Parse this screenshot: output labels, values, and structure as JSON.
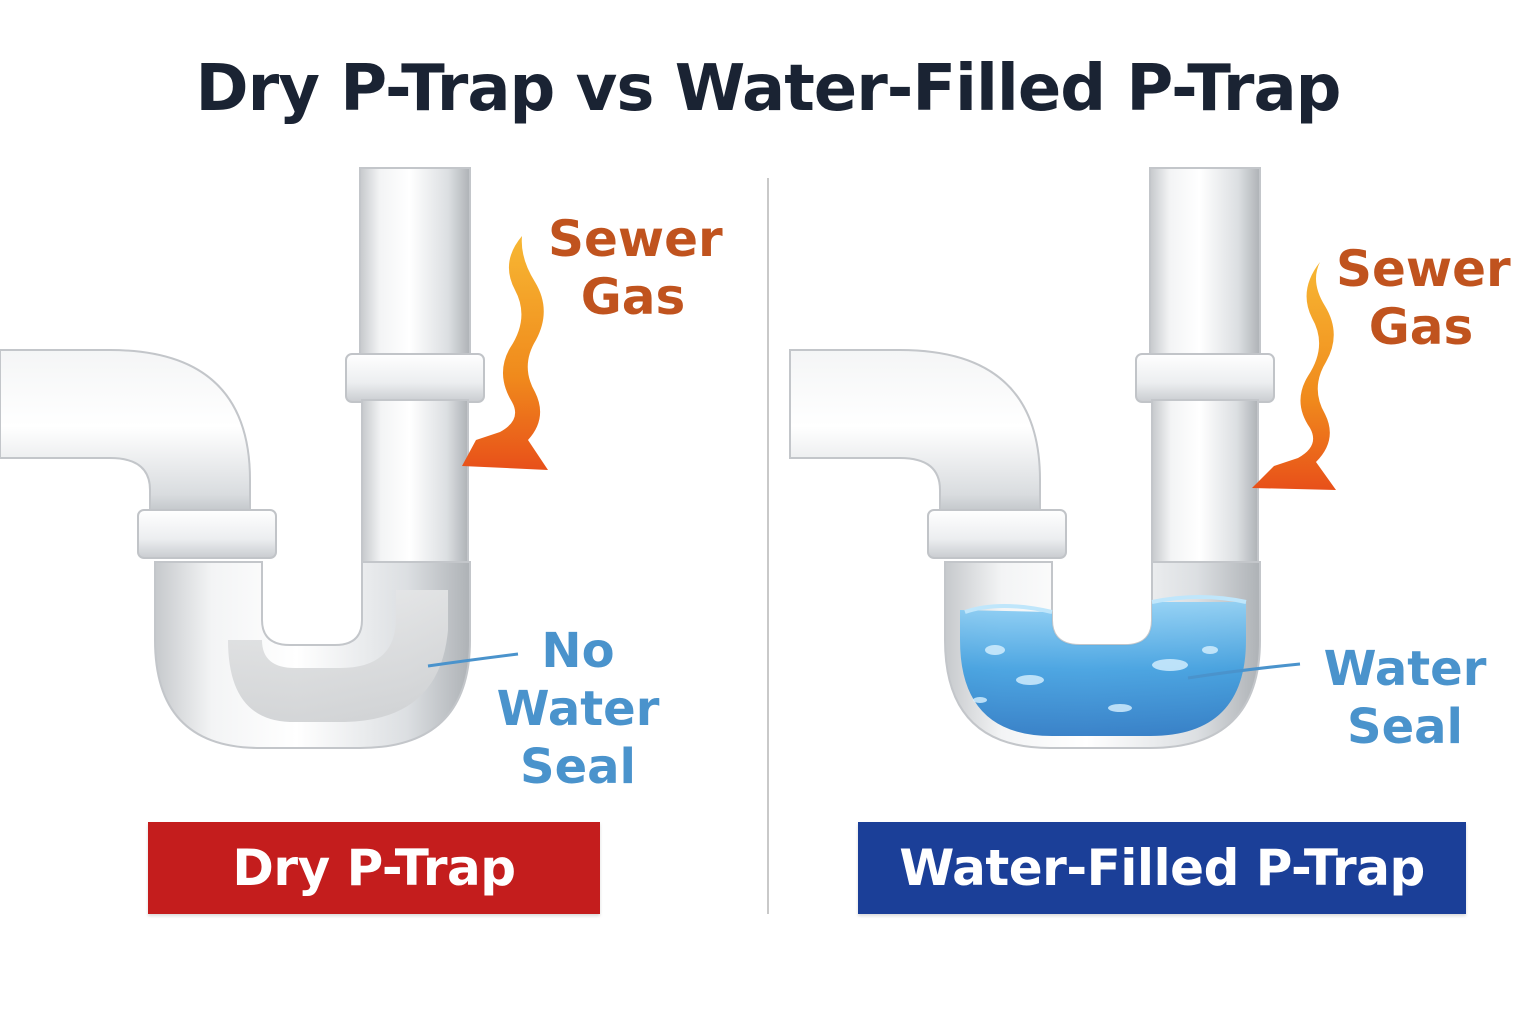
{
  "title": "Dry P-Trap vs Water-Filled P-Trap",
  "colors": {
    "title": "#1a2333",
    "gas_text": "#c0531e",
    "seal_text": "#4a93cc",
    "dry_banner": "#c41d1d",
    "wet_banner": "#1b3f98",
    "water": "#3f9fe0",
    "gas_flame": "#f08a1c"
  },
  "left_panel": {
    "gas_label": [
      "Sewer",
      "Gas"
    ],
    "seal_label": [
      "No",
      "Water",
      "Seal"
    ],
    "banner": "Dry P-Trap",
    "gas_icon": "flame-arrow-icon"
  },
  "right_panel": {
    "gas_label": [
      "Sewer",
      "Gas"
    ],
    "seal_label": [
      "Water",
      "Seal"
    ],
    "banner": "Water-Filled P-Trap",
    "gas_icon": "flame-arrow-icon"
  }
}
